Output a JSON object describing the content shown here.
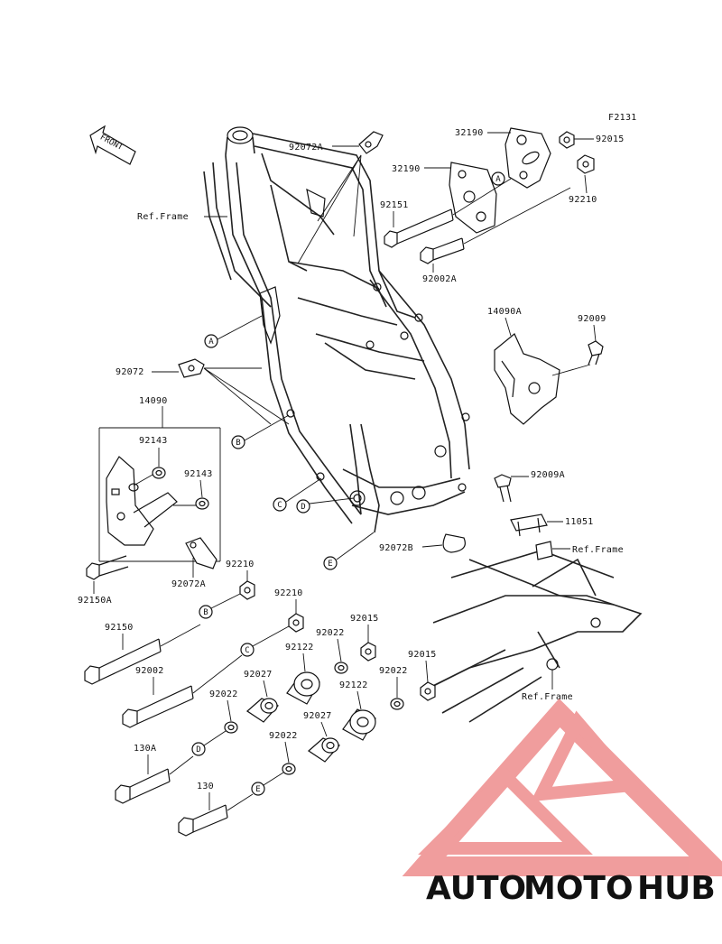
{
  "diagram_id": "F2131",
  "front_label": "FRONT",
  "part_labels": {
    "p92072A": "92072A",
    "p32190a": "32190",
    "p92015a": "92015",
    "p32190b": "32190",
    "p92210a": "92210",
    "p92151": "92151",
    "p92002A": "92002A",
    "refFrame1": "Ref.Frame",
    "p14090A": "14090A",
    "p92009": "92009",
    "p92072": "92072",
    "p14090": "14090",
    "p92143a": "92143",
    "p92143b": "92143",
    "p92009A": "92009A",
    "p11051": "11051",
    "refFrame2": "Ref.Frame",
    "p92072B": "92072B",
    "p92150A": "92150A",
    "p92072A2": "92072A",
    "p92210b": "92210",
    "p92210c": "92210",
    "p92150": "92150",
    "p92015b": "92015",
    "p92022a": "92022",
    "p92122a": "92122",
    "p92015c": "92015",
    "p92002": "92002",
    "p92027a": "92027",
    "p92022b": "92022",
    "p92022c": "92022",
    "p92122b": "92122",
    "refFrame3": "Ref.Frame",
    "p92027b": "92027",
    "p130A": "130A",
    "p92022d": "92022",
    "p130": "130"
  },
  "callouts": {
    "A1": "A",
    "A2": "A",
    "B1": "B",
    "B2": "B",
    "C1": "C",
    "C2": "C",
    "D1": "D",
    "D2": "D",
    "E1": "E",
    "E2": "E"
  },
  "watermark": {
    "part1": "AUTO",
    "part2": "MOTO",
    "part3": "HUB",
    "color_light": "#f4b98a",
    "color_red": "#ee8c8c",
    "color_gray": "#8d8d8d"
  }
}
